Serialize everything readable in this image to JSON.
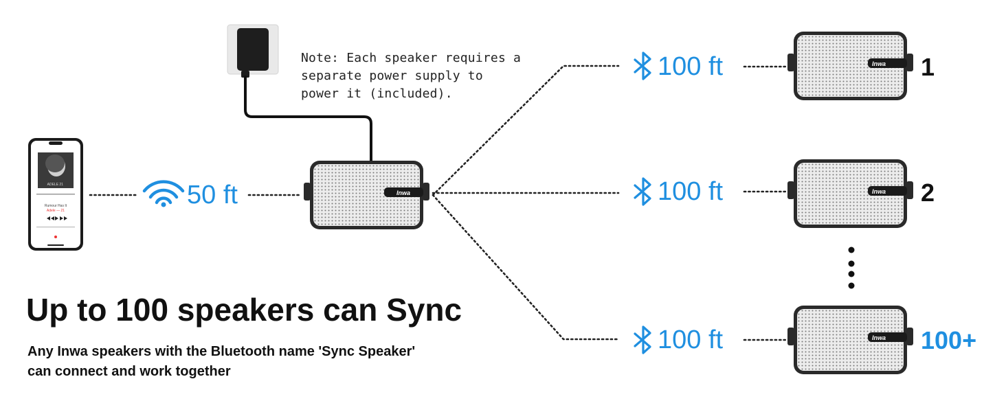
{
  "note": {
    "lines": [
      "Note: Each speaker requires a",
      "separate power supply to",
      "power it (included)."
    ]
  },
  "wifi": {
    "distance": "50 ft"
  },
  "bluetooth_links": [
    {
      "distance": "100 ft",
      "speaker_label": "1"
    },
    {
      "distance": "100 ft",
      "speaker_label": "2"
    },
    {
      "distance": "100 ft",
      "speaker_label": "100+"
    }
  ],
  "speaker_brand": "Inwa",
  "phone": {
    "album_text": "ADELE 21",
    "track_title": "Rumour Has It",
    "track_artist": "Adele — 21"
  },
  "headline": "Up to 100 speakers can Sync",
  "subtext": {
    "line1": "Any Inwa speakers with the Bluetooth name 'Sync Speaker'",
    "line2": "can connect and work together"
  },
  "colors": {
    "accent_blue": "#1f8fe0",
    "speaker_body": "#2a2a2a",
    "speaker_grille": "#e6e6e6",
    "text": "#111111"
  },
  "icons": [
    "wifi-icon",
    "bluetooth-icon",
    "power-adapter-icon",
    "phone-icon",
    "speaker-icon",
    "ellipsis-vertical-icon"
  ]
}
